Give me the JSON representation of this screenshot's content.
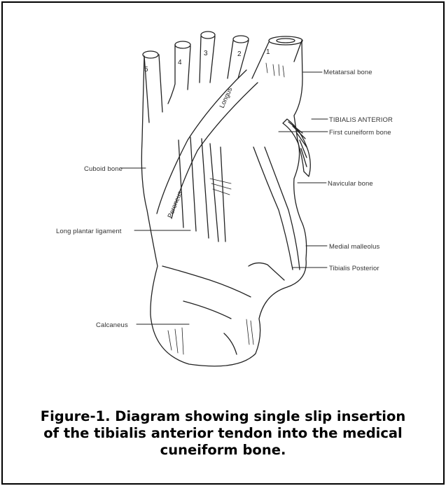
{
  "figure": {
    "labels": {
      "metatarsal": "Metatarsal bone",
      "tibialis_anterior": "TIBIALIS ANTERIOR",
      "first_cuneiform": "First cuneiform bone",
      "navicular": "Navicular bone",
      "medial_malleolus": "Medial malleolus",
      "tibialis_posterior": "Tibialis Posterior",
      "cuboid": "Cuboid bone",
      "long_plantar": "Long plantar ligament",
      "calcaneus": "Calcaneus"
    },
    "muscle_labels": {
      "peroneus": "Peroneus",
      "longus": "Longus"
    },
    "toes": [
      "1",
      "2",
      "3",
      "4",
      "5"
    ],
    "caption": {
      "line1": "Figure-1. Diagram showing single slip insertion",
      "line2": "of the tibialis anterior tendon into the medical",
      "line3": "cuneiform bone."
    }
  },
  "colors": {
    "border": "#000000",
    "ink": "#222222"
  }
}
